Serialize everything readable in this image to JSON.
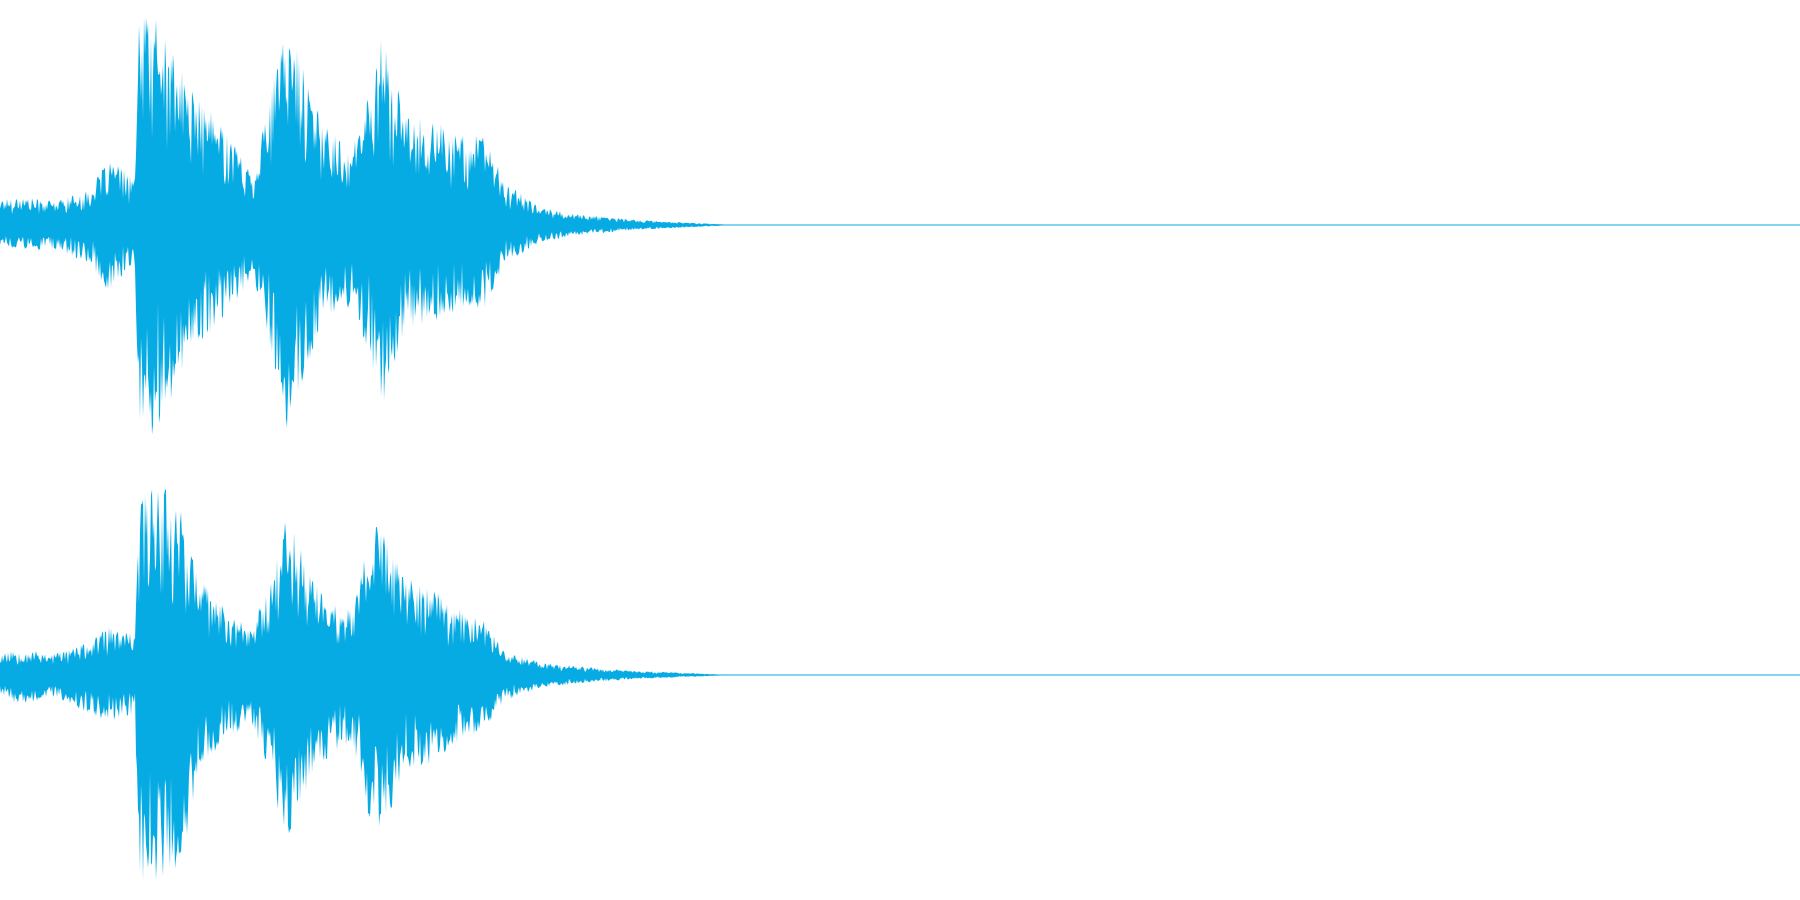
{
  "chart_data": {
    "type": "area",
    "title": "",
    "xlabel": "",
    "ylabel": "",
    "x_range": [
      0,
      1
    ],
    "y_range": [
      -1,
      1
    ],
    "grid": false,
    "legend": "none",
    "color": "#06ABE3",
    "series": [
      {
        "envelope": [
          {
            "t": 0.0,
            "top": 0.12,
            "bottom": -0.1
          },
          {
            "t": 0.01,
            "top": 0.13,
            "bottom": -0.12
          },
          {
            "t": 0.03,
            "top": 0.11,
            "bottom": -0.11
          },
          {
            "t": 0.05,
            "top": 0.16,
            "bottom": -0.18
          },
          {
            "t": 0.06,
            "top": 0.3,
            "bottom": -0.3
          },
          {
            "t": 0.075,
            "top": 0.22,
            "bottom": -0.2
          },
          {
            "t": 0.077,
            "top": 0.93,
            "bottom": -0.95
          },
          {
            "t": 0.085,
            "top": 0.98,
            "bottom": -0.98
          },
          {
            "t": 0.1,
            "top": 0.72,
            "bottom": -0.7
          },
          {
            "t": 0.11,
            "top": 0.58,
            "bottom": -0.55
          },
          {
            "t": 0.125,
            "top": 0.45,
            "bottom": -0.42
          },
          {
            "t": 0.14,
            "top": 0.24,
            "bottom": -0.24
          },
          {
            "t": 0.15,
            "top": 0.6,
            "bottom": -0.55
          },
          {
            "t": 0.16,
            "top": 0.95,
            "bottom": -0.95
          },
          {
            "t": 0.175,
            "top": 0.55,
            "bottom": -0.55
          },
          {
            "t": 0.185,
            "top": 0.42,
            "bottom": -0.4
          },
          {
            "t": 0.196,
            "top": 0.35,
            "bottom": -0.38
          },
          {
            "t": 0.205,
            "top": 0.62,
            "bottom": -0.6
          },
          {
            "t": 0.212,
            "top": 0.88,
            "bottom": -0.85
          },
          {
            "t": 0.225,
            "top": 0.5,
            "bottom": -0.48
          },
          {
            "t": 0.24,
            "top": 0.48,
            "bottom": -0.45
          },
          {
            "t": 0.255,
            "top": 0.42,
            "bottom": -0.4
          },
          {
            "t": 0.27,
            "top": 0.4,
            "bottom": -0.38
          },
          {
            "t": 0.28,
            "top": 0.2,
            "bottom": -0.18
          },
          {
            "t": 0.3,
            "top": 0.08,
            "bottom": -0.08
          },
          {
            "t": 0.32,
            "top": 0.05,
            "bottom": -0.05
          },
          {
            "t": 0.35,
            "top": 0.025,
            "bottom": -0.025
          },
          {
            "t": 0.38,
            "top": 0.012,
            "bottom": -0.012
          },
          {
            "t": 0.4,
            "top": 0.004,
            "bottom": -0.004
          },
          {
            "t": 0.41,
            "top": 0.0,
            "bottom": 0.0
          },
          {
            "t": 1.0,
            "top": 0.0,
            "bottom": 0.0
          }
        ]
      },
      {
        "envelope": [
          {
            "t": 0.0,
            "top": 0.1,
            "bottom": -0.1
          },
          {
            "t": 0.01,
            "top": 0.12,
            "bottom": -0.14
          },
          {
            "t": 0.03,
            "top": 0.1,
            "bottom": -0.1
          },
          {
            "t": 0.05,
            "top": 0.15,
            "bottom": -0.18
          },
          {
            "t": 0.06,
            "top": 0.22,
            "bottom": -0.22
          },
          {
            "t": 0.075,
            "top": 0.18,
            "bottom": -0.18
          },
          {
            "t": 0.077,
            "top": 0.78,
            "bottom": -0.98
          },
          {
            "t": 0.085,
            "top": 0.92,
            "bottom": -0.96
          },
          {
            "t": 0.1,
            "top": 0.8,
            "bottom": -0.9
          },
          {
            "t": 0.11,
            "top": 0.45,
            "bottom": -0.45
          },
          {
            "t": 0.125,
            "top": 0.3,
            "bottom": -0.3
          },
          {
            "t": 0.14,
            "top": 0.22,
            "bottom": -0.22
          },
          {
            "t": 0.15,
            "top": 0.45,
            "bottom": -0.5
          },
          {
            "t": 0.16,
            "top": 0.75,
            "bottom": -0.75
          },
          {
            "t": 0.175,
            "top": 0.42,
            "bottom": -0.45
          },
          {
            "t": 0.185,
            "top": 0.32,
            "bottom": -0.35
          },
          {
            "t": 0.196,
            "top": 0.3,
            "bottom": -0.32
          },
          {
            "t": 0.205,
            "top": 0.65,
            "bottom": -0.68
          },
          {
            "t": 0.212,
            "top": 0.7,
            "bottom": -0.72
          },
          {
            "t": 0.225,
            "top": 0.45,
            "bottom": -0.45
          },
          {
            "t": 0.24,
            "top": 0.4,
            "bottom": -0.4
          },
          {
            "t": 0.255,
            "top": 0.3,
            "bottom": -0.3
          },
          {
            "t": 0.27,
            "top": 0.25,
            "bottom": -0.25
          },
          {
            "t": 0.28,
            "top": 0.12,
            "bottom": -0.12
          },
          {
            "t": 0.3,
            "top": 0.06,
            "bottom": -0.06
          },
          {
            "t": 0.32,
            "top": 0.04,
            "bottom": -0.04
          },
          {
            "t": 0.35,
            "top": 0.02,
            "bottom": -0.02
          },
          {
            "t": 0.38,
            "top": 0.01,
            "bottom": -0.01
          },
          {
            "t": 0.4,
            "top": 0.003,
            "bottom": -0.003
          },
          {
            "t": 0.41,
            "top": 0.0,
            "bottom": 0.0
          },
          {
            "t": 1.0,
            "top": 0.0,
            "bottom": 0.0
          }
        ]
      }
    ]
  }
}
